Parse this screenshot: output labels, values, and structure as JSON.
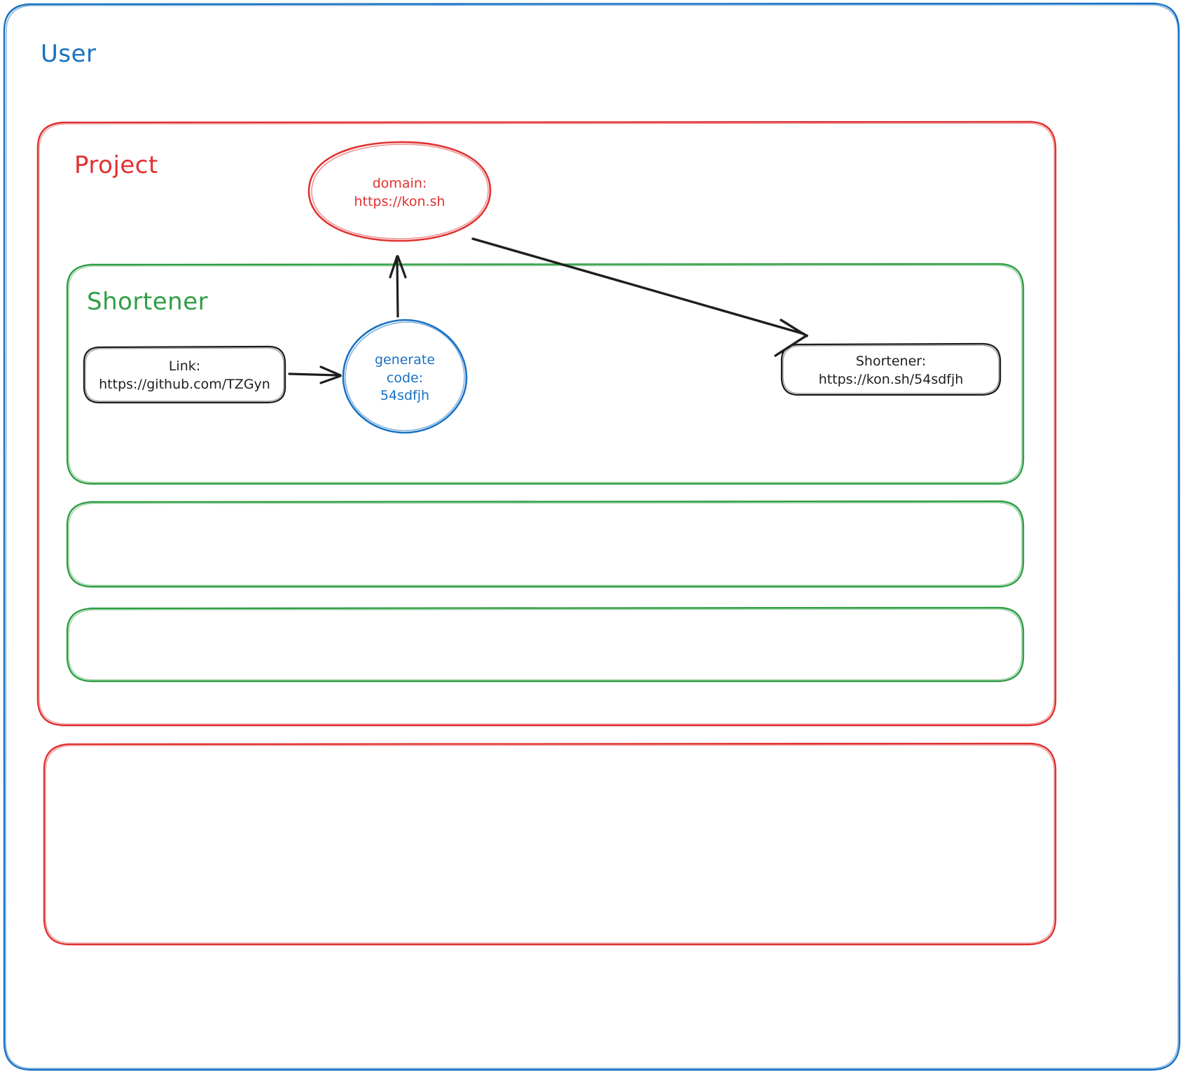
{
  "diagram": {
    "type": "architecture-sketch",
    "style": "hand-drawn",
    "background": "#ffffff",
    "colors": {
      "user_border": "#1971c2",
      "project_border": "#e03131",
      "shortener_border": "#2f9e44",
      "node_border": "#1e1e1e",
      "arrow": "#1e1e1e"
    }
  },
  "containers": {
    "user": {
      "label": "User",
      "color": "#1971c2"
    },
    "project": {
      "label": "Project",
      "color": "#e03131"
    },
    "project_empty": {
      "label": "",
      "color": "#e03131"
    },
    "shortener": {
      "label": "Shortener",
      "color": "#2f9e44"
    },
    "shortener_empty_1": {
      "label": "",
      "color": "#2f9e44"
    },
    "shortener_empty_2": {
      "label": "",
      "color": "#2f9e44"
    }
  },
  "nodes": {
    "domain": {
      "shape": "ellipse",
      "color": "#e03131",
      "lines": [
        "domain:",
        "https://kon.sh"
      ]
    },
    "link": {
      "shape": "rounded-rect",
      "color": "#1e1e1e",
      "lines": [
        "Link:",
        "https://github.com/TZGyn"
      ]
    },
    "generate_code": {
      "shape": "circle",
      "color": "#1971c2",
      "lines": [
        "generate",
        "code:",
        "54sdfjh"
      ]
    },
    "shortener_result": {
      "shape": "rounded-rect",
      "color": "#1e1e1e",
      "lines": [
        "Shortener:",
        "https://kon.sh/54sdfjh"
      ]
    }
  },
  "arrows": [
    {
      "name": "link-to-generate",
      "from": "link",
      "to": "generate_code",
      "direction": "right"
    },
    {
      "name": "generate-to-domain",
      "from": "generate_code",
      "to": "domain",
      "direction": "up"
    },
    {
      "name": "domain-to-shortener-result",
      "from": "domain",
      "to": "shortener_result",
      "direction": "down-right"
    }
  ]
}
